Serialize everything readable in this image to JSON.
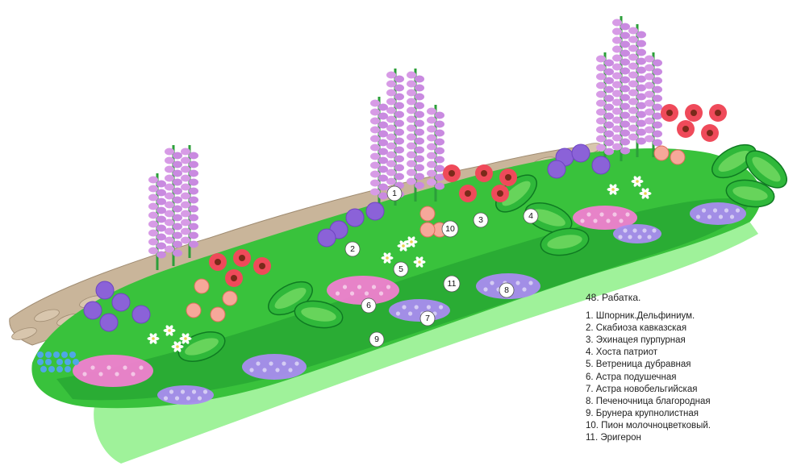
{
  "legend": {
    "title": "48. Рабатка.",
    "items": [
      {
        "num": "1",
        "text": "1. Шпорник.Дельфиниум."
      },
      {
        "num": "2",
        "text": "2. Скабиоза кавказская"
      },
      {
        "num": "3",
        "text": "3. Эхинацея пурпурная"
      },
      {
        "num": "4",
        "text": "4. Хоста патриот"
      },
      {
        "num": "5",
        "text": "5. Ветреница дубравная"
      },
      {
        "num": "6",
        "text": "6. Астра подушечная"
      },
      {
        "num": "7",
        "text": "7. Астра новобельгийская"
      },
      {
        "num": "8",
        "text": "8. Печеночница благородная"
      },
      {
        "num": "9",
        "text": "9. Брунера крупнолистная"
      },
      {
        "num": "10",
        "text": "10. Пион молочноцветковый."
      },
      {
        "num": "11",
        "text": "11. Эригерон"
      }
    ]
  },
  "markers": [
    "1",
    "2",
    "3",
    "4",
    "5",
    "6",
    "7",
    "8",
    "9",
    "10",
    "11"
  ],
  "colors": {
    "lawn": "#9ff29a",
    "foliage_dark": "#1f9a2e",
    "foliage": "#39c23c",
    "foliage_light": "#7fe06a",
    "path": "#c9b59a",
    "delphinium": "#d79be6",
    "scabiosa": "#8b62d8",
    "echinacea": "#ef4a5a",
    "peony": "#f6a89a",
    "aster_pink": "#f07fd0",
    "aster_lilac": "#a98cf0",
    "anemone": "#ffffff",
    "brunnera_blue": "#4fa7e6"
  }
}
